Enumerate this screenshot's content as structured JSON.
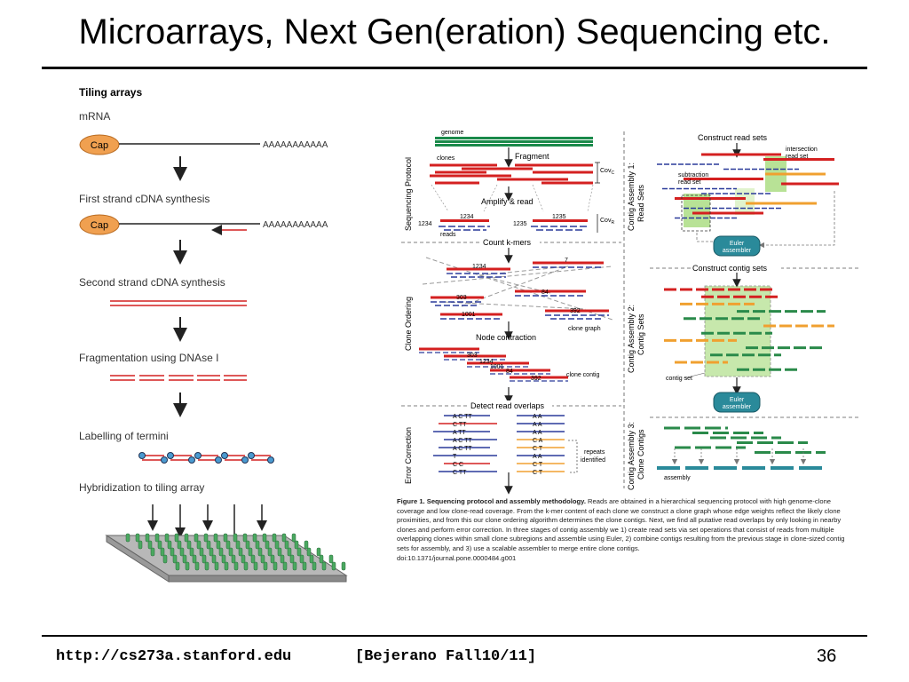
{
  "slide": {
    "title": "Microarrays, Next Gen(eration) Sequencing etc.",
    "footer_url": "http://cs273a.stanford.edu",
    "footer_course": "[Bejerano Fall10/11]",
    "page_number": "36"
  },
  "tiling": {
    "heading": "Tiling arrays",
    "mrna_label": "mRNA",
    "cap_label": "Cap",
    "polya": "AAAAAAAAAAA",
    "steps": [
      "First strand cDNA synthesis",
      "Second strand cDNA synthesis",
      "Fragmentation using DNAse I",
      "Labelling of termini",
      "Hybridization to tiling array"
    ]
  },
  "figure": {
    "genome": "genome",
    "fragment": "Fragment",
    "clones": "clones",
    "cov_c": "Cov",
    "cov_c_sub": "C",
    "cov_r": "Cov",
    "cov_r_sub": "R",
    "amplify": "Amplify & read",
    "reads": "reads",
    "n1234a": "1234",
    "n1234b": "1234",
    "n1235a": "1235",
    "n1235b": "1235",
    "count_kmers": "Count k-mers",
    "sequencing_protocol": "Sequencing Protocol",
    "clone_ordering": "Clone Ordering",
    "error_correction": "Error Correction",
    "g1234": "1234",
    "g7": "7",
    "g303": "303",
    "g84": "84",
    "g1001": "1001",
    "g392": "392",
    "clone_graph": "clone graph",
    "node_contraction": "Node contraction",
    "c303": "303",
    "c1234": "1234",
    "c1001": "1001",
    "c84": "84",
    "c392": "392",
    "clone_contig": "clone contig",
    "detect_overlaps": "Detect read overlaps",
    "repeats": "repeats",
    "identified": "identified",
    "read_rows_left": [
      "A C TT",
      "C TT",
      "A TT",
      "A C TT",
      "A C TT",
      "T",
      "C C",
      "C TT"
    ],
    "read_rows_right": [
      "A A",
      "A A",
      "A A",
      "C A",
      "C T",
      "A A",
      "C T",
      "C T"
    ],
    "construct_read_sets": "Construct read sets",
    "intersection_read_set": "intersection\nread set",
    "subtraction_read_set": "subtraction\nread set",
    "euler_assembler": "Euler\nassembler",
    "construct_contig_sets": "Construct contig sets",
    "contig_set": "contig set",
    "assembly": "assembly",
    "contig_assembly_1": "Contig Assembly 1:",
    "read_sets": "Read Sets",
    "contig_assembly_2": "Contig Assembly 2:",
    "contig_sets": "Contig Sets",
    "contig_assembly_3": "Contig Assembly 3:",
    "clone_contigs": "Clone Contigs"
  },
  "caption": {
    "bold": "Figure 1. Sequencing protocol and assembly methodology.",
    "text": " Reads are obtained in a hierarchical sequencing protocol with high genome-clone coverage and low clone-read coverage. From the k-mer content of each clone we construct a clone graph whose edge weights reflect the likely clone proximities, and from this our clone ordering algorithm determines the clone contigs. Next, we find all putative read overlaps by only looking in nearby clones and perform error correction. In three stages of contig assembly we 1) create read sets via set operations that consist of reads from multiple overlapping clones within small clone subregions and assemble using Euler, 2) combine contigs resulting from the previous stage in clone-sized contig sets for assembly, and 3) use a scalable assembler to merge entire clone contigs.",
    "doi": "doi:10.1371/journal.pone.0000484.g001"
  },
  "colors": {
    "cap_fill": "#f0a050",
    "red_strand": "#d42020",
    "blue_strand": "#2a3a9a",
    "genome_green": "#1a8a4a",
    "array_plate": "#b8b8b8",
    "probe_green": "#4aa860",
    "contig_green": "#9ad66a",
    "euler_teal": "#2a8a9a"
  }
}
